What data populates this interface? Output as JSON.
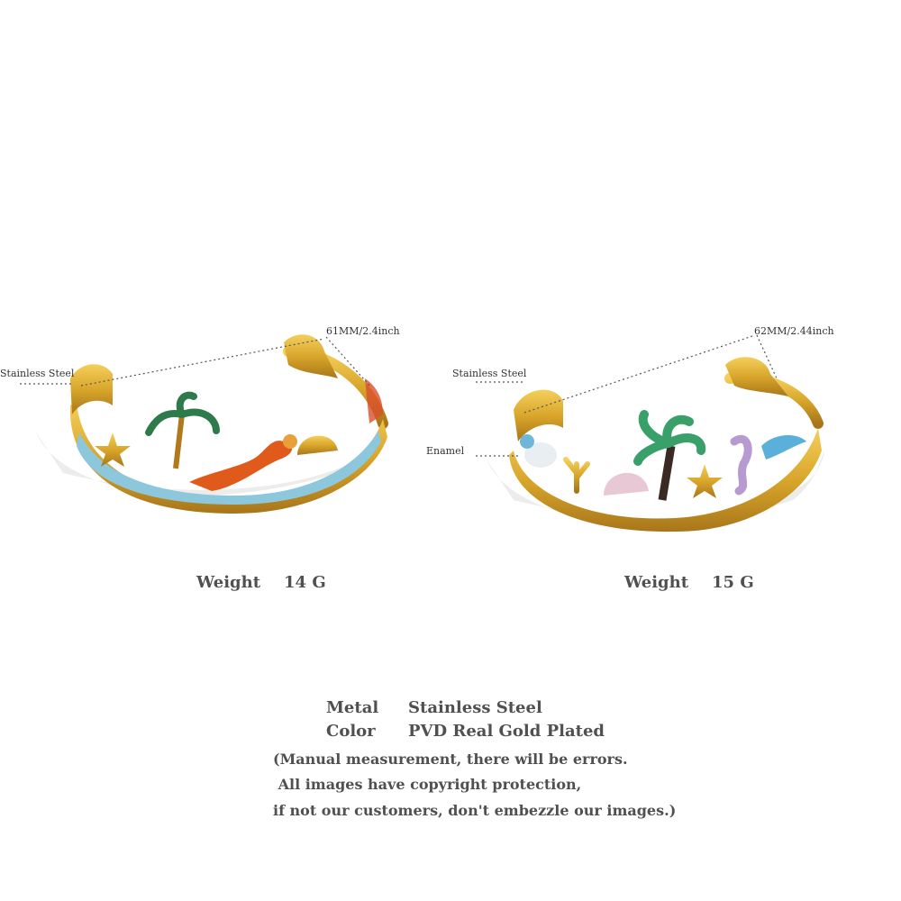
{
  "products": [
    {
      "labels": {
        "material": "Stainless Steel",
        "size": "61MM/2.4inch"
      },
      "weight": {
        "label": "Weight",
        "value": "14 G"
      }
    },
    {
      "labels": {
        "material": "Stainless Steel",
        "enamel": "Enamel",
        "size": "62MM/2.44inch"
      },
      "weight": {
        "label": "Weight",
        "value": "15 G"
      }
    }
  ],
  "specs": [
    {
      "key": "Metal",
      "value": "Stainless Steel"
    },
    {
      "key": "Color",
      "value": "PVD Real Gold Plated"
    }
  ],
  "notes": [
    "(Manual measurement, there will be errors.",
    " All images have copyright protection,",
    "if not our customers, don't embezzle our images.)"
  ],
  "colors": {
    "gold": "#d9a62b",
    "enamel_blue": "#8cc7dc",
    "text": "#505050"
  }
}
